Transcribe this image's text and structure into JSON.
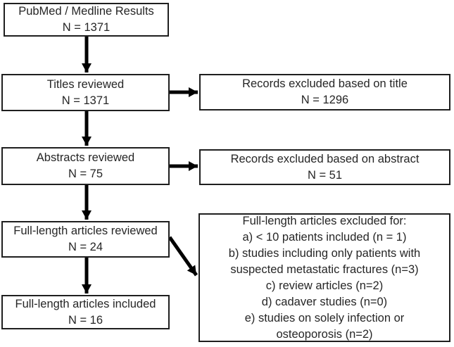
{
  "flowchart": {
    "left_boxes": [
      {
        "line1": "PubMed / Medline Results",
        "line2": "N = 1371"
      },
      {
        "line1": "Titles reviewed",
        "line2": "N = 1371"
      },
      {
        "line1": "Abstracts reviewed",
        "line2": "N = 75"
      },
      {
        "line1": "Full-length articles reviewed",
        "line2": "N = 24"
      },
      {
        "line1": "Full-length articles included",
        "line2": "N = 16"
      }
    ],
    "right_boxes": [
      {
        "line1": "Records excluded based on title",
        "line2": "N = 1296"
      },
      {
        "line1": "Records excluded based on abstract",
        "line2": "N = 51"
      }
    ],
    "exclusion_box": {
      "lines": [
        "Full-length articles excluded for:",
        "a) < 10 patients included (n = 1)",
        "b) studies including only patients with",
        "suspected metastatic fractures (n=3)",
        "c) review articles (n=2)",
        "d) cadaver studies (n=0)",
        "e) studies on solely infection or",
        "osteoporosis (n=2)"
      ]
    },
    "colors": {
      "border": "#1f1f1f",
      "text": "#262626",
      "arrow": "#000000",
      "background": "#ffffff"
    }
  }
}
